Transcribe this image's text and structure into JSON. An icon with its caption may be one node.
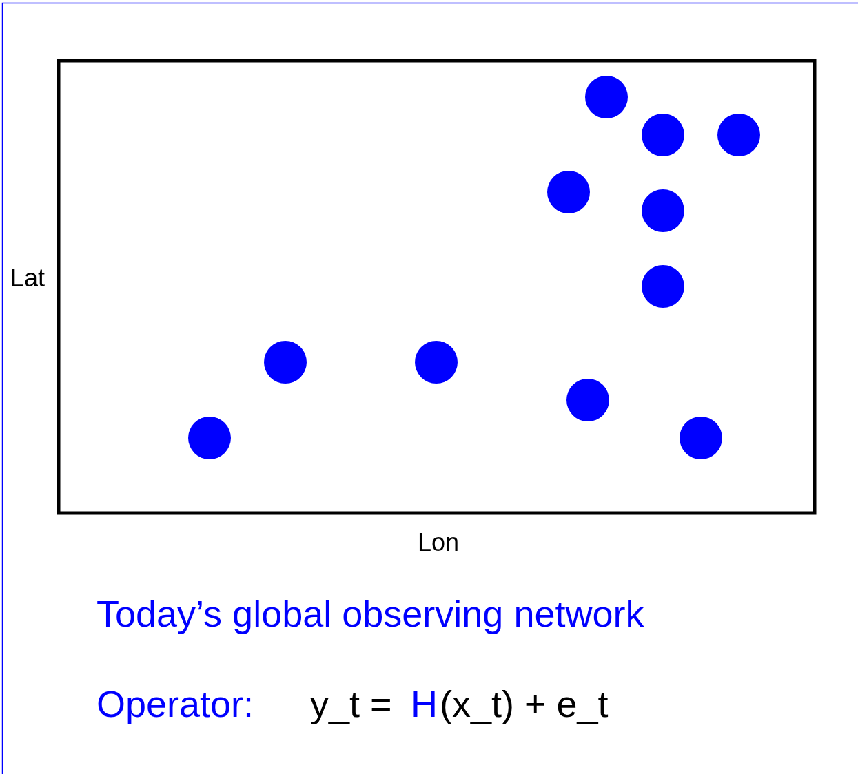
{
  "diagram": {
    "labels": [
      "Lat",
      "Lon",
      "Today’s global observing network",
      "Operator:",
      "y_t =",
      "H",
      "(x_t) + e_t"
    ]
  }
}
